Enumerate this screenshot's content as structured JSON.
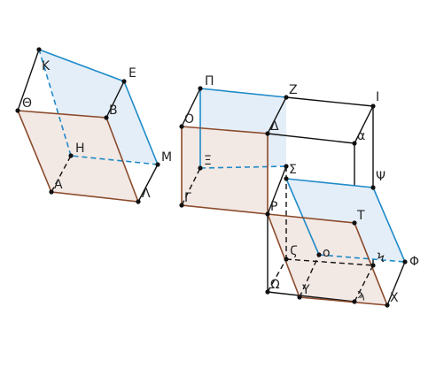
{
  "figure": {
    "colors": {
      "front_face": "#8b4a2b",
      "front_fill": "#f2e8e4",
      "top_face": "#1f8ac8",
      "top_fill": "#e4eef8",
      "edge": "#111111",
      "point": "#111111"
    },
    "labels": {
      "K": "Κ",
      "E": "Ε",
      "Theta": "Θ",
      "B": "Β",
      "H": "Η",
      "M": "Μ",
      "A": "Α",
      "Lambda": "Λ",
      "Pi": "Π",
      "Z": "Ζ",
      "I": "Ι",
      "O": "Ο",
      "Delta": "Δ",
      "alpha": "α",
      "Xi": "Ξ",
      "Sigma": "Σ",
      "Psi": "Ψ",
      "Gamma": "Γ",
      "Rho": "Ρ",
      "Tau": "Τ",
      "Varsigma": "Ϛ",
      "omicron": "ο",
      "Koppa": "Ϟ",
      "Phi": "Φ",
      "Omega": "Ω",
      "Upsilon": "Υ",
      "Sampi": "ϡ",
      "Chi": "Χ"
    }
  }
}
